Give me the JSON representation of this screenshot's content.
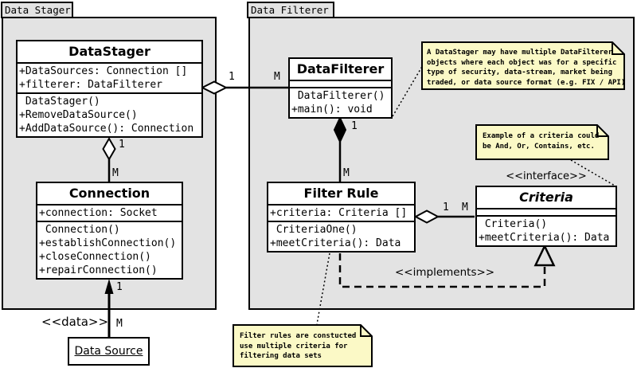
{
  "packages": {
    "stager": {
      "title": "Data Stager"
    },
    "filterer": {
      "title": "Data Filterer"
    }
  },
  "classes": {
    "data_stager": {
      "name": "DataStager",
      "attributes": "+DataSources: Connection []\n+filterer: DataFilterer",
      "methods": " DataStager()\n+RemoveDataSource()\n+AddDataSource(): Connection"
    },
    "connection": {
      "name": "Connection",
      "attributes": "+connection: Socket",
      "methods": " Connection()\n+establishConnection()\n+closeConnection()\n+repairConnection()"
    },
    "data_filterer": {
      "name": "DataFilterer",
      "attributes": "",
      "methods": " DataFilterer()\n+main(): void"
    },
    "filter_rule": {
      "name": "Filter Rule",
      "attributes": "+criteria: Criteria []",
      "methods": " CriteriaOne()\n+meetCriteria(): Data"
    },
    "criteria": {
      "stereotype": "<<interface>>",
      "name": "Criteria",
      "attributes": "",
      "methods": " Criteria()\n+meetCriteria(): Data"
    }
  },
  "objects": {
    "data_source": {
      "label": "Data Source"
    }
  },
  "notes": {
    "datafilterer_note": "A DataStager may have multiple DataFilterer\nobjects where each object was for a specific\ntype of security, data-stream, market being\ntraded, or data source format (e.g. FIX / API)",
    "criteria_note": "Example of a criteria could\nbe And, Or, Contains, etc.",
    "filter_rule_note": "Filter rules are constucted\nuse multiple criteria for\nfiltering data sets"
  },
  "labels": {
    "implements": "<<implements>>",
    "data_stereotype": "<<data>>"
  },
  "multiplicities": {
    "stager_filterer_one": "1",
    "stager_filterer_many": "M",
    "stager_connection_one": "1",
    "stager_connection_many": "M",
    "filterer_rule_one": "1",
    "filterer_rule_many": "M",
    "rule_criteria_one": "1",
    "rule_criteria_many": "M",
    "source_connection_one": "1",
    "source_connection_many": "M"
  },
  "colors": {
    "package_fill": "#e3e3e3",
    "class_fill": "#ffffff",
    "note_fill": "#fbf9c6",
    "line": "#000000",
    "background": "#ffffff"
  }
}
